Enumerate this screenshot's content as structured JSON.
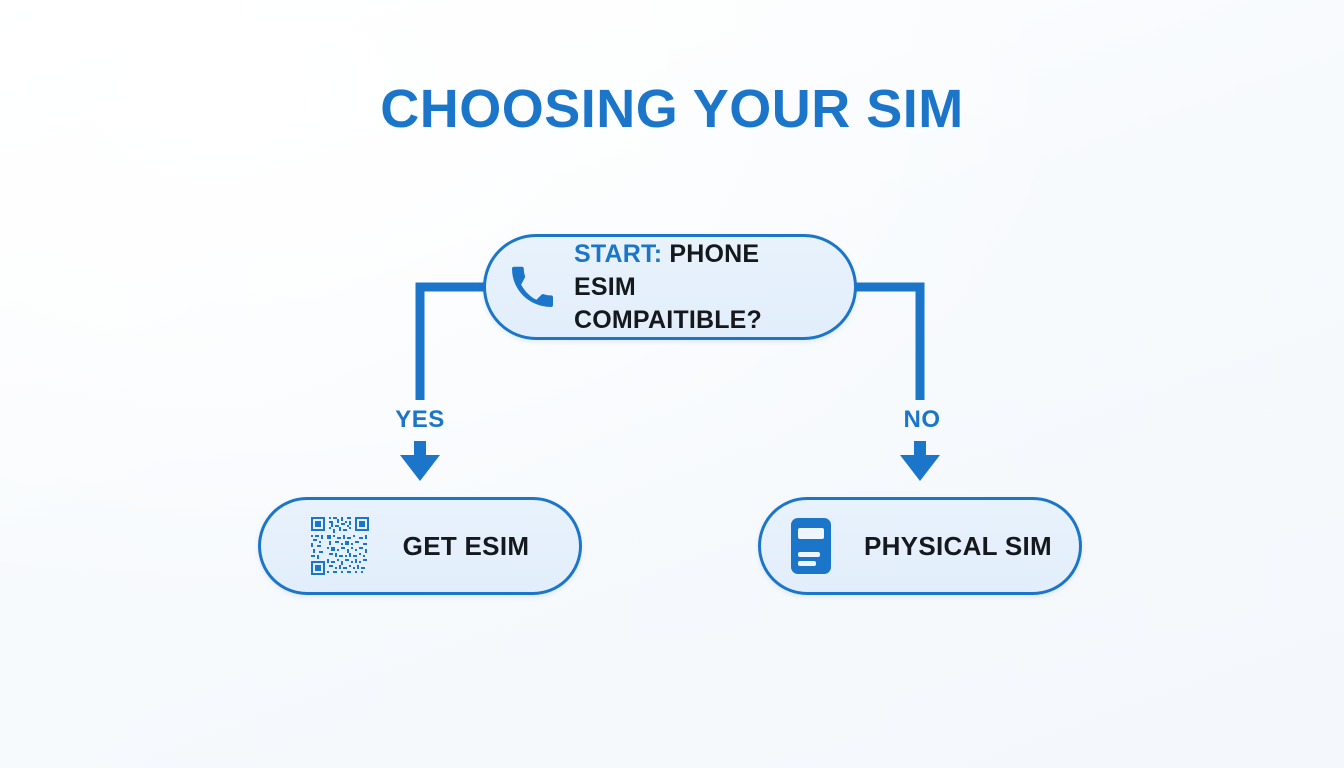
{
  "page": {
    "title": "CHOOSING YOUR SIM",
    "background_color": "#fbfcfe",
    "accent_color": "#1b76c9",
    "node_fill_color": "#e6f0fb",
    "text_color": "#15181c"
  },
  "chart_data": {
    "type": "diagram",
    "diagram_kind": "decision-flowchart",
    "title": "CHOOSING YOUR SIM",
    "nodes": [
      {
        "id": "start",
        "role": "decision",
        "icon": "phone-icon",
        "label_prefix": "START:",
        "label_rest": "PHONE ESIM COMPAITIBLE?",
        "text_line_1": "START: PHONE ESIM",
        "text_line_2": "COMPAITIBLE?"
      },
      {
        "id": "get-esim",
        "role": "outcome",
        "icon": "qr-code-icon",
        "label": "GET ESIM"
      },
      {
        "id": "physical-sim",
        "role": "outcome",
        "icon": "sim-card-icon",
        "label": "PHYSICAL SIM"
      }
    ],
    "edges": [
      {
        "from": "start",
        "to": "get-esim",
        "label": "YES",
        "side": "left"
      },
      {
        "from": "start",
        "to": "physical-sim",
        "label": "NO",
        "side": "right"
      }
    ]
  },
  "diagram": {
    "start_node": {
      "prefix": "START:",
      "line1_rest": " PHONE ESIM",
      "line2": "COMPAITIBLE?",
      "icon": "phone-icon"
    },
    "yes_branch": {
      "label": "YES",
      "node_label": "GET ESIM",
      "icon": "qr-code-icon"
    },
    "no_branch": {
      "label": "NO",
      "node_label": "PHYSICAL SIM",
      "icon": "sim-card-icon"
    }
  }
}
